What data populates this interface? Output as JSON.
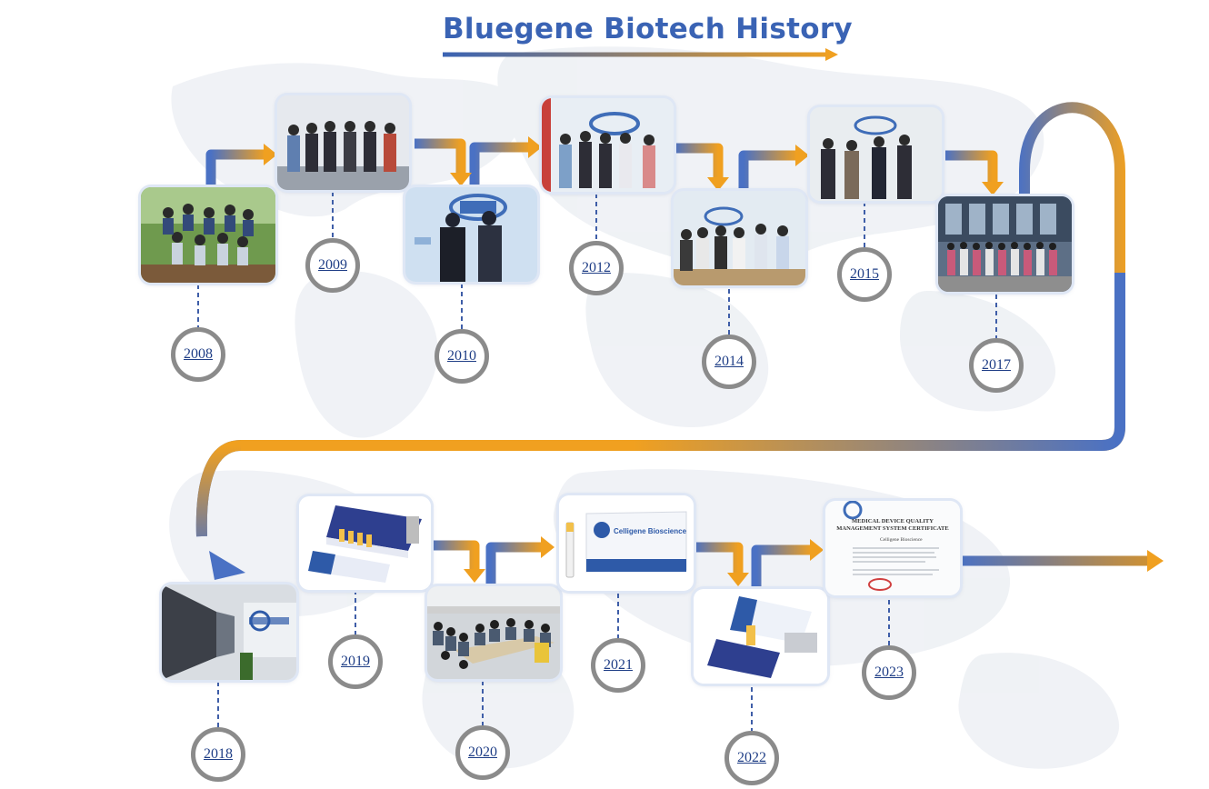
{
  "page": {
    "title": "Bluegene Biotech History"
  },
  "colors": {
    "blue": "#4a71c4",
    "orange": "#f0a020",
    "circle": "#8b8b8b",
    "year_text": "#1f3e86"
  },
  "milestones": [
    {
      "year": "2008",
      "photo": "team-outdoor-photo"
    },
    {
      "year": "2009",
      "photo": "team-meeting-photo"
    },
    {
      "year": "2010",
      "photo": "handshake-photo"
    },
    {
      "year": "2012",
      "photo": "office-logo-photo"
    },
    {
      "year": "2014",
      "photo": "office-group-photo"
    },
    {
      "year": "2015",
      "photo": "logo-wall-photo"
    },
    {
      "year": "2017",
      "photo": "building-group-photo"
    },
    {
      "year": "2018",
      "photo": "office-corridor-photo"
    },
    {
      "year": "2019",
      "photo": "product-kit-photo"
    },
    {
      "year": "2020",
      "photo": "conference-room-photo"
    },
    {
      "year": "2021",
      "photo": "product-box-photo"
    },
    {
      "year": "2022",
      "photo": "test-kit-photo"
    },
    {
      "year": "2023",
      "photo": "certificate-photo"
    }
  ],
  "photo_text": {
    "box_brand": "Celligene Bioscience",
    "cert_title_line1": "MEDICAL DEVICE QUALITY",
    "cert_title_line2": "MANAGEMENT SYSTEM CERTIFICATE",
    "cert_company": "Celligene Bioscience"
  }
}
